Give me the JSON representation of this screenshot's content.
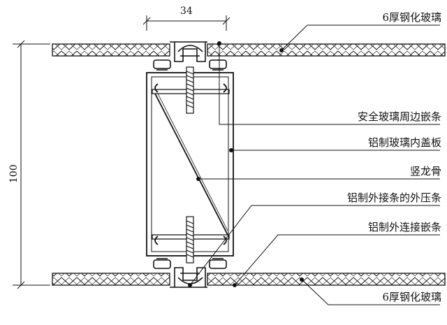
{
  "dimensions": {
    "width_label": "34",
    "height_label": "100"
  },
  "labels": {
    "glass_top": "6厚钢化玻璃",
    "safety_glass_edge_strip": "安全玻璃周边嵌条",
    "aluminum_inner_cover": "铝制玻璃内盖板",
    "vertical_mullion": "竖龙骨",
    "aluminum_outer_pressure_strip": "铝制外接条的外压条",
    "aluminum_outer_connecting_strip": "铝制外连接嵌条",
    "glass_bottom": "6厚钢化玻璃"
  },
  "colors": {
    "line": "#111111",
    "background": "#ffffff"
  }
}
